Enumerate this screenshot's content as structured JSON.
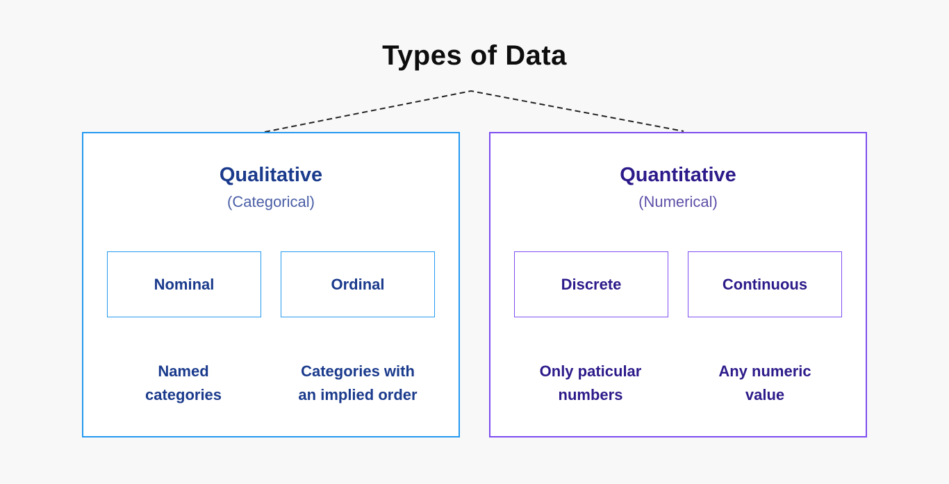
{
  "title": "Types of Data",
  "colors": {
    "background": "#f8f8f9",
    "panel_bg": "#ffffff",
    "title_color": "#0d0d0d",
    "dashed_line": "#222222",
    "blue_border": "#2299f0",
    "blue_heading": "#1a3a8c",
    "blue_subtitle": "#4a5ea6",
    "purple_border": "#7d4cf0",
    "purple_heading": "#2d1a8a",
    "purple_subtitle": "#5e50a8"
  },
  "panels": [
    {
      "id": "qualitative",
      "heading": "Qualitative",
      "subtitle": "(Categorical)",
      "children": [
        {
          "label": "Nominal",
          "description": "Named\ncategories"
        },
        {
          "label": "Ordinal",
          "description": "Categories with\nan implied order"
        }
      ]
    },
    {
      "id": "quantitative",
      "heading": "Quantitative",
      "subtitle": "(Numerical)",
      "children": [
        {
          "label": "Discrete",
          "description": "Only paticular\nnumbers"
        },
        {
          "label": "Continuous",
          "description": "Any numeric\nvalue"
        }
      ]
    }
  ]
}
